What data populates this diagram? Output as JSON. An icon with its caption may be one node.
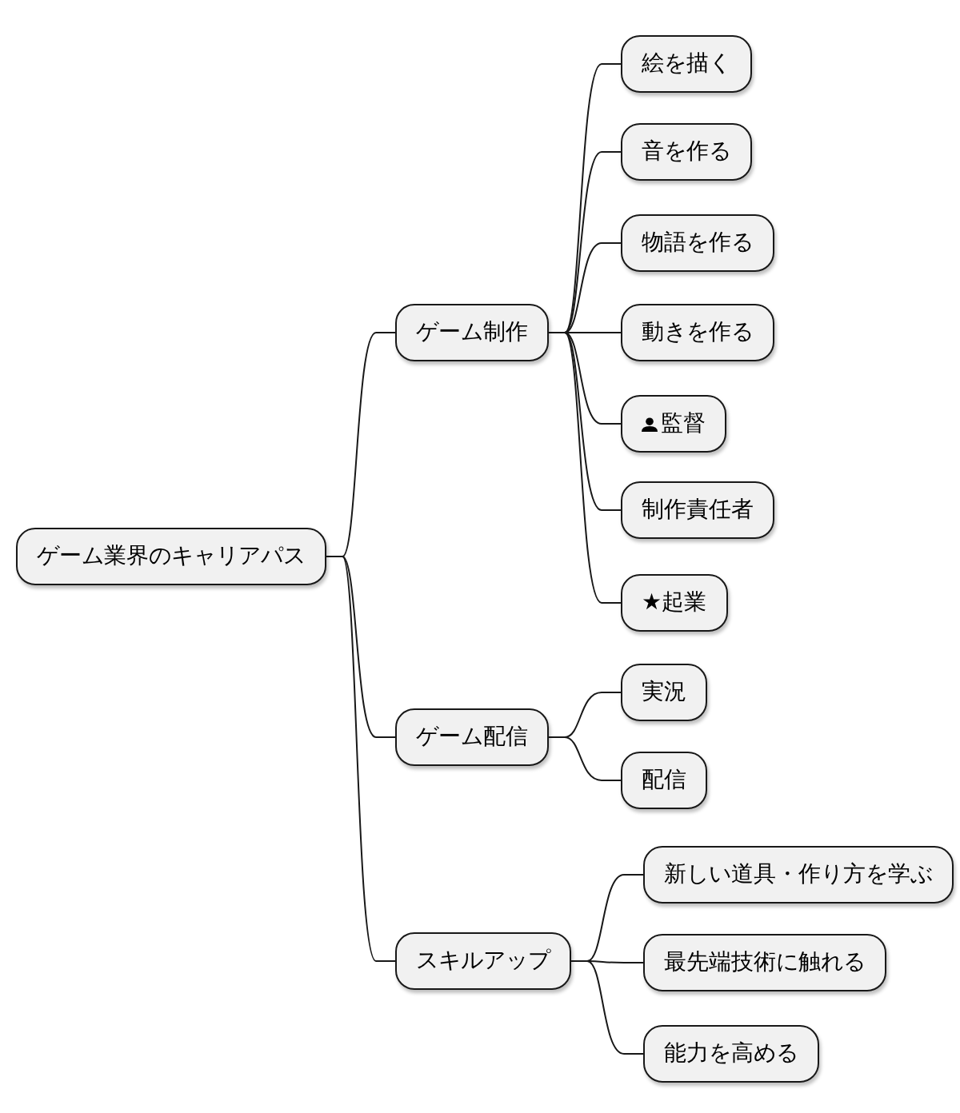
{
  "diagram": {
    "nodes": [
      {
        "text": [
          "ゲーム業界のキャリアパス"
        ]
      },
      {
        "text": [
          "ゲーム制作"
        ]
      },
      {
        "text": [
          "絵を描く"
        ]
      },
      {
        "text": [
          "音を作る"
        ]
      },
      {
        "text": [
          "物語を作る"
        ]
      },
      {
        "text": [
          "動きを作る"
        ]
      },
      {
        "text": [
          "監督"
        ]
      },
      {
        "text": [
          "制作責任者"
        ]
      },
      {
        "text": [
          "★起業"
        ]
      },
      {
        "text": [
          "ゲーム配信"
        ]
      },
      {
        "text": [
          "実況"
        ]
      },
      {
        "text": [
          "配信"
        ]
      },
      {
        "text": [
          "スキルアップ"
        ]
      },
      {
        "text": [
          "新しい道具・作り方を学ぶ"
        ]
      },
      {
        "text": [
          "最先端技術に触れる"
        ]
      },
      {
        "text": [
          "能力を高める"
        ]
      }
    ],
    "edges": [
      {
        "from": 0,
        "to": 1,
        "arrow": "none"
      },
      {
        "from": 1,
        "to": 2,
        "arrow": "none"
      },
      {
        "from": 1,
        "to": 3,
        "arrow": "none"
      },
      {
        "from": 1,
        "to": 4,
        "arrow": "none"
      },
      {
        "from": 1,
        "to": 5,
        "arrow": "none"
      },
      {
        "from": 1,
        "to": 6,
        "arrow": "none"
      },
      {
        "from": 1,
        "to": 7,
        "arrow": "none"
      },
      {
        "from": 1,
        "to": 8,
        "arrow": "none"
      },
      {
        "from": 0,
        "to": 9,
        "arrow": "none"
      },
      {
        "from": 9,
        "to": 10,
        "arrow": "none"
      },
      {
        "from": 9,
        "to": 11,
        "arrow": "none"
      },
      {
        "from": 0,
        "to": 12,
        "arrow": "none"
      },
      {
        "from": 12,
        "to": 13,
        "arrow": "none"
      },
      {
        "from": 12,
        "to": 14,
        "arrow": "none"
      },
      {
        "from": 12,
        "to": 15,
        "arrow": "none"
      }
    ]
  }
}
